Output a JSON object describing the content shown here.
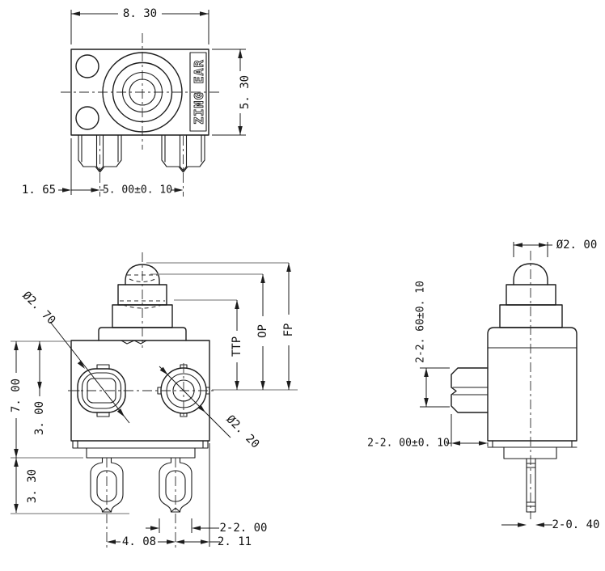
{
  "drawing": {
    "brand_label": "ZING EAR",
    "top_view": {
      "width": "8. 30",
      "height": "5. 30",
      "terminal_offset": "1. 65",
      "terminal_pitch": "5. 00±0. 10"
    },
    "front_view": {
      "body_height": "7. 00",
      "hole_center_offset": "3. 00",
      "terminal_length": "3. 30",
      "left_hole_dia": "Ø2. 70",
      "right_hole_dia": "Ø2. 20",
      "ttp_label": "TTP",
      "op_label": "OP",
      "fp_label": "FP",
      "terminal_pitch": "4. 08",
      "terminal_width": "2-2. 00",
      "terminal_edge_offset": "2. 11"
    },
    "side_view": {
      "plunger_dia": "Ø2. 00",
      "boss_height": "2-2. 60±0. 10",
      "boss_depth": "2-2. 00±0. 10",
      "pin_width": "2-0. 40"
    }
  }
}
